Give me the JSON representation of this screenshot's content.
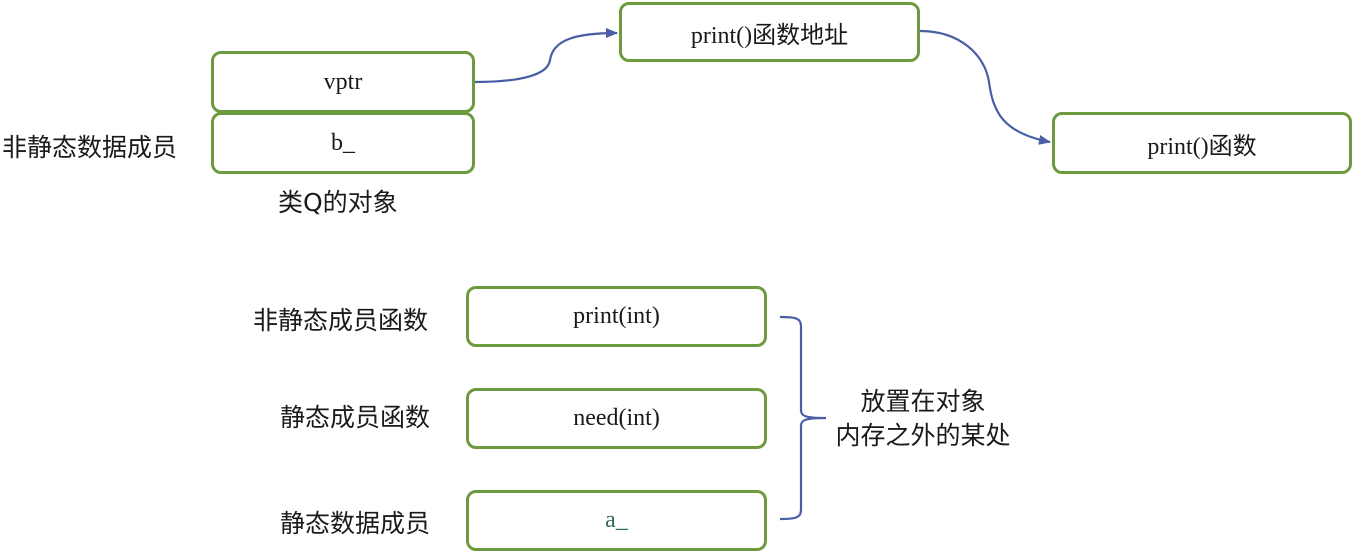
{
  "object_section": {
    "left_label": "非静态数据成员",
    "vptr_cell": "vptr",
    "data_cell": "b_",
    "object_caption": "类Q的对象",
    "vtable_entry": "print()函数地址",
    "function_box": "print()函数"
  },
  "members_section": {
    "rows": [
      {
        "label": "非静态成员函数",
        "value": "print(int)"
      },
      {
        "label": "静态成员函数",
        "value": "need(int)"
      },
      {
        "label": "静态数据成员",
        "value": "a_"
      }
    ],
    "brace_note_line1": "放置在对象",
    "brace_note_line2": "内存之外的某处"
  },
  "colors": {
    "box_border": "#6e9a3f",
    "arrow": "#4a5fa3",
    "text": "#1a1a1a",
    "static_data_text": "#2e6b60"
  }
}
